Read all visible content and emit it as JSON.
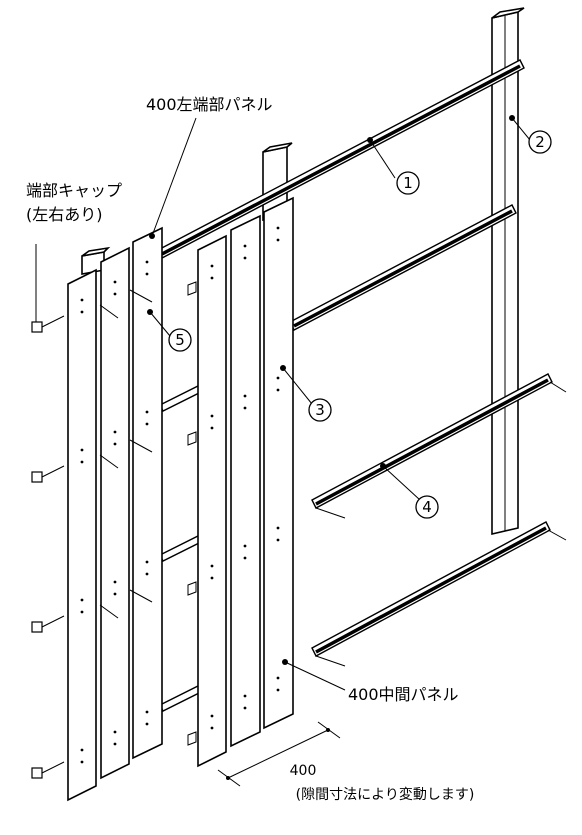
{
  "labels": {
    "left_end_panel": "400左端部パネル",
    "end_cap_line1": "端部キャップ",
    "end_cap_line2": "(左右あり)",
    "middle_panel": "400中間パネル",
    "dimension_value": "400",
    "dimension_note": "(隙間寸法により変動します)"
  },
  "callouts": {
    "c1": "1",
    "c2": "2",
    "c3": "3",
    "c4": "4",
    "c5": "5"
  }
}
